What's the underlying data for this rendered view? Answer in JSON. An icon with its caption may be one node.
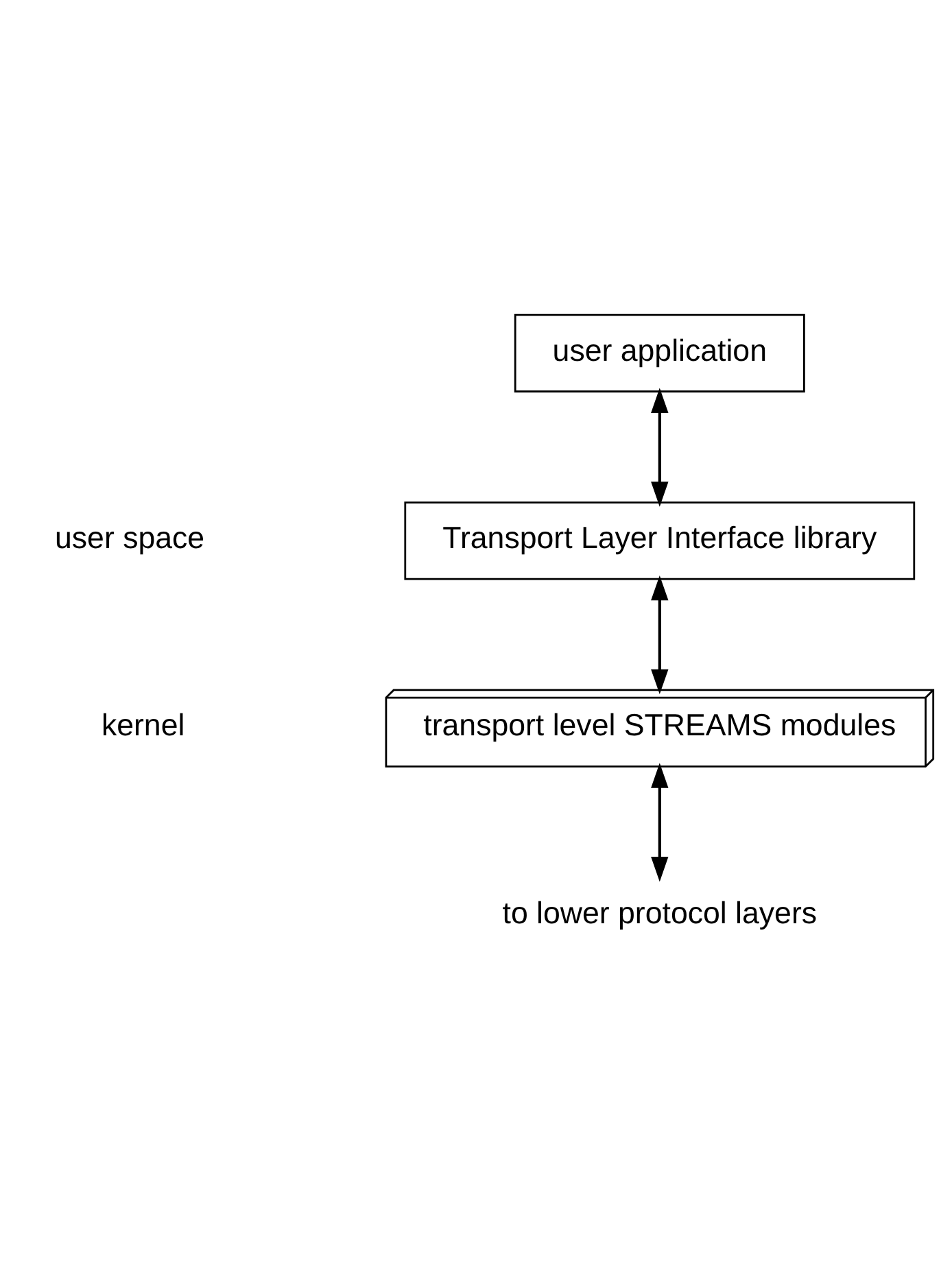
{
  "diagram": {
    "nodes": [
      {
        "text": [
          "user application"
        ]
      },
      {
        "text": [
          "Transport Layer Interface library"
        ]
      },
      {
        "text": [
          "transport level STREAMS modules"
        ]
      },
      {
        "text": [
          "to lower protocol layers"
        ]
      }
    ],
    "edges": [
      {
        "from": 0,
        "to": 1,
        "arrow": "both"
      },
      {
        "from": 1,
        "to": 2,
        "arrow": "both"
      },
      {
        "from": 2,
        "to": 3,
        "arrow": "both"
      }
    ],
    "labels": [
      "user space",
      "kernel"
    ]
  }
}
